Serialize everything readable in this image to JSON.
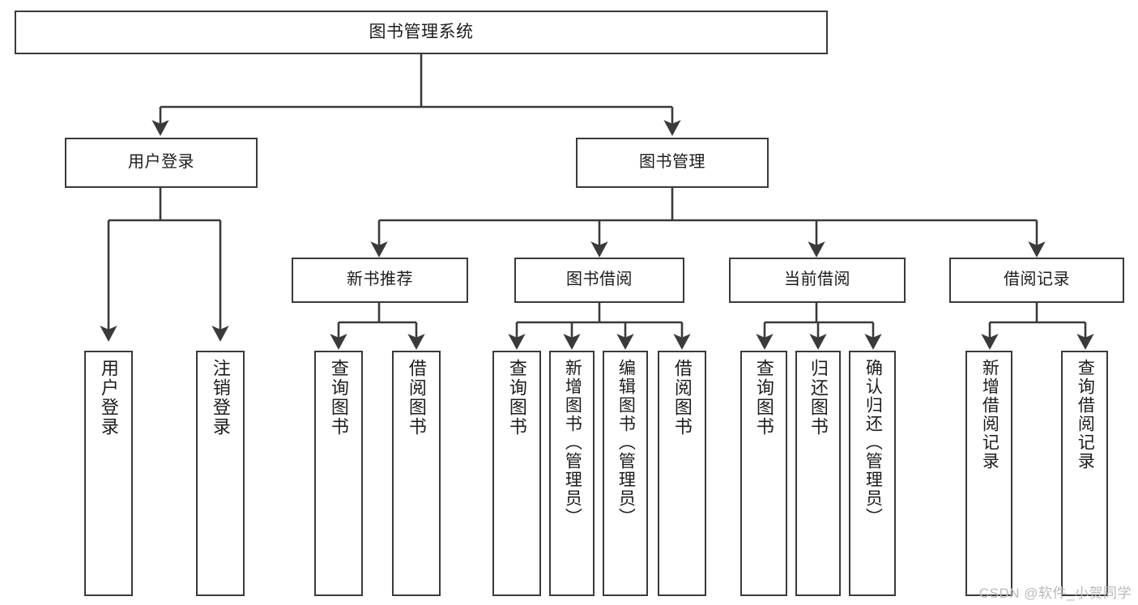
{
  "diagram": {
    "type": "hierarchy-tree",
    "title": "图书管理系统",
    "root": {
      "label": "图书管理系统"
    },
    "level1": [
      {
        "label": "用户登录"
      },
      {
        "label": "图书管理"
      }
    ],
    "level2": [
      {
        "label": "新书推荐"
      },
      {
        "label": "图书借阅"
      },
      {
        "label": "当前借阅"
      },
      {
        "label": "借阅记录"
      }
    ],
    "leaves": {
      "user_login": [
        {
          "label": "用户登录"
        },
        {
          "label": "注销登录"
        }
      ],
      "new_book_recommend": [
        {
          "label": "查询图书"
        },
        {
          "label": "借阅图书"
        }
      ],
      "book_borrow": [
        {
          "label": "查询图书"
        },
        {
          "label": "新增图书（管理员）"
        },
        {
          "label": "编辑图书（管理员）"
        },
        {
          "label": "借阅图书"
        }
      ],
      "current_borrow": [
        {
          "label": "查询图书"
        },
        {
          "label": "归还图书"
        },
        {
          "label": "确认归还（管理员）"
        }
      ],
      "borrow_record": [
        {
          "label": "新增借阅记录"
        },
        {
          "label": "查询借阅记录"
        }
      ]
    }
  },
  "watermark": {
    "text": "CSDN @软件_小贺同学"
  },
  "colors": {
    "stroke": "#3a3a3a",
    "fill": "#ffffff",
    "text": "#1c1c1c",
    "watermark": "#b9b9b9"
  }
}
